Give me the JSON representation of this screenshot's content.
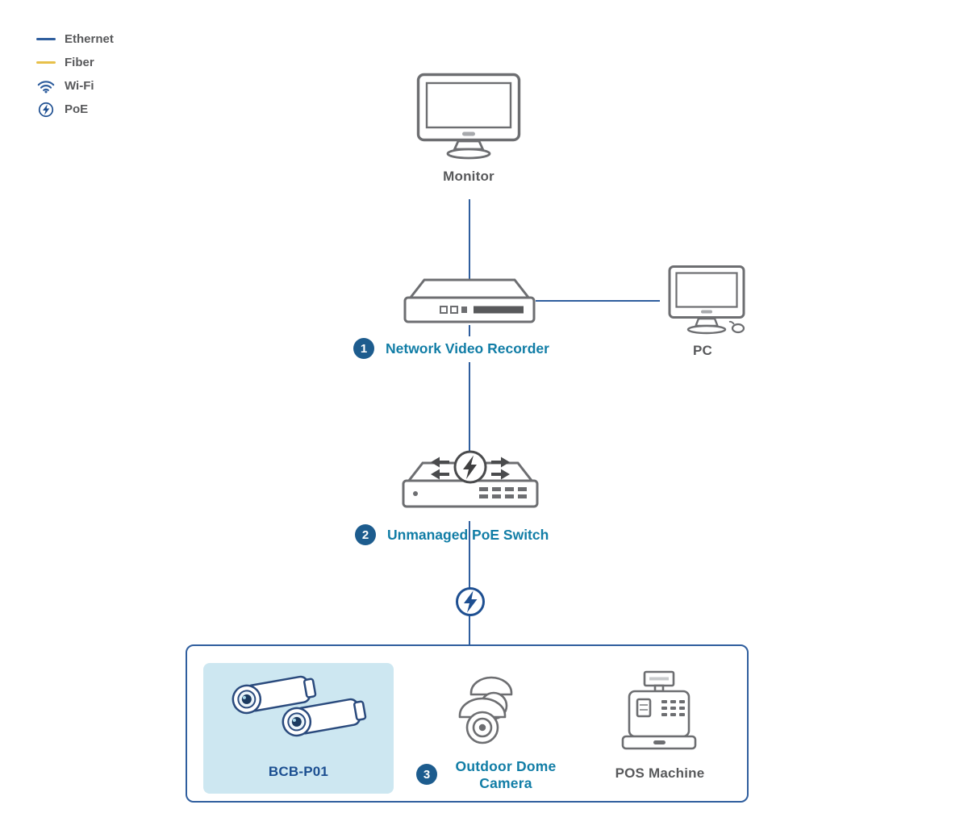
{
  "legend": {
    "items": [
      {
        "id": "ethernet",
        "label": "Ethernet",
        "color": "#2f5e9e"
      },
      {
        "id": "fiber",
        "label": "Fiber",
        "color": "#e7c04a"
      },
      {
        "id": "wifi",
        "label": "Wi-Fi",
        "color": "#2f5e9e"
      },
      {
        "id": "poe",
        "label": "PoE",
        "color": "#1e4f91"
      }
    ]
  },
  "devices": {
    "monitor": {
      "label": "Monitor"
    },
    "nvr": {
      "badge": "1",
      "label": "Network Video Recorder"
    },
    "pc": {
      "label": "PC"
    },
    "poe_switch": {
      "badge": "2",
      "label": "Unmanaged PoE Switch"
    },
    "bullet_camera": {
      "label": "BCB-P01",
      "highlighted": true
    },
    "dome_camera": {
      "badge": "3",
      "label": "Outdoor Dome Camera"
    },
    "pos_machine": {
      "label": "POS Machine"
    }
  },
  "connections": [
    {
      "from": "monitor",
      "to": "nvr",
      "type": "ethernet"
    },
    {
      "from": "nvr",
      "to": "pc",
      "type": "ethernet"
    },
    {
      "from": "nvr",
      "to": "poe_switch",
      "type": "ethernet"
    },
    {
      "from": "poe_switch",
      "to": "camera-group",
      "type": "ethernet-poe"
    }
  ],
  "colors": {
    "ethernet_line": "#2f5e9e",
    "fiber_line": "#e7c04a",
    "poe_blue": "#1e4f91",
    "label_teal": "#117da6",
    "label_gray": "#58595b",
    "badge_bg": "#1d5c8e",
    "model_navy": "#1c4f91",
    "highlight_bg": "#cde7f1",
    "icon_gray": "#6d6e71",
    "camera_navy": "#2a4a7d",
    "group_border": "#2f5e9e"
  }
}
